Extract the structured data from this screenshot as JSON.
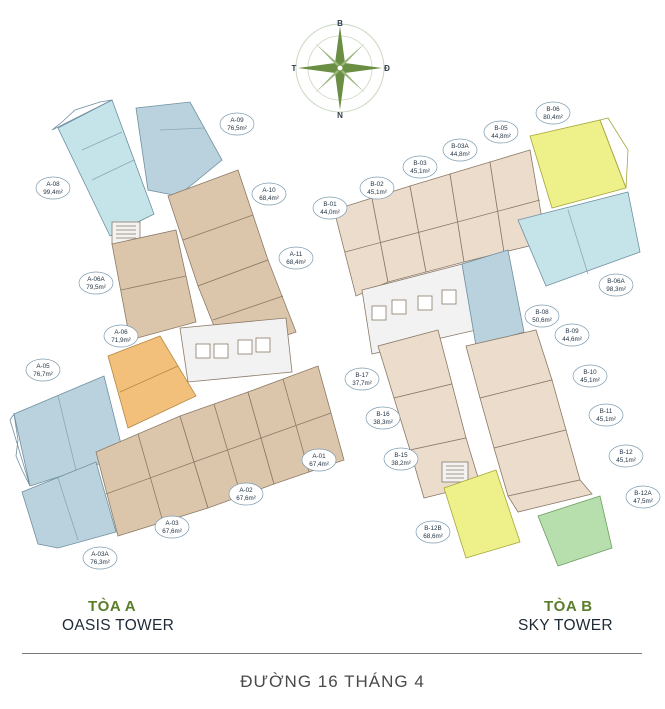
{
  "compass": {
    "north": "B",
    "south": "N",
    "west": "T",
    "east": "Đ"
  },
  "colors": {
    "beige": "#dcc6ab",
    "beige_light": "#ecdccc",
    "blue": "#b9d2dd",
    "light_blue": "#c4e4ea",
    "orange": "#f3c07c",
    "yellow": "#eef08a",
    "green": "#b7dfae",
    "core": "#f2f2f2"
  },
  "tower_a": {
    "name": "TÒA A",
    "subtitle": "OASIS TOWER",
    "units": [
      {
        "code": "A-09",
        "area": "76,5m²"
      },
      {
        "code": "A-08",
        "area": "99,4m²"
      },
      {
        "code": "A-10",
        "area": "68,4m²"
      },
      {
        "code": "A-11",
        "area": "68,4m²"
      },
      {
        "code": "A-06A",
        "area": "79,5m²"
      },
      {
        "code": "A-06",
        "area": "71,9m²"
      },
      {
        "code": "A-05",
        "area": "76,7m²"
      },
      {
        "code": "A-01",
        "area": "67,4m²"
      },
      {
        "code": "A-02",
        "area": "67,6m²"
      },
      {
        "code": "A-03",
        "area": "67,6m²"
      },
      {
        "code": "A-03A",
        "area": "76,3m²"
      }
    ]
  },
  "tower_b": {
    "name": "TÒA B",
    "subtitle": "SKY TOWER",
    "units": [
      {
        "code": "B-06",
        "area": "80,4m²"
      },
      {
        "code": "B-05",
        "area": "44,8m²"
      },
      {
        "code": "B-03A",
        "area": "44,8m²"
      },
      {
        "code": "B-03",
        "area": "45,1m²"
      },
      {
        "code": "B-02",
        "area": "45,1m²"
      },
      {
        "code": "B-01",
        "area": "44,0m²"
      },
      {
        "code": "B-06A",
        "area": "98,3m²"
      },
      {
        "code": "B-08",
        "area": "50,6m²"
      },
      {
        "code": "B-09",
        "area": "44,6m²"
      },
      {
        "code": "B-17",
        "area": "37,7m²"
      },
      {
        "code": "B-10",
        "area": "45,1m²"
      },
      {
        "code": "B-16",
        "area": "38,3m²"
      },
      {
        "code": "B-11",
        "area": "45,1m²"
      },
      {
        "code": "B-15",
        "area": "38,2m²"
      },
      {
        "code": "B-12",
        "area": "45,1m²"
      },
      {
        "code": "B-12A",
        "area": "47,5m²"
      },
      {
        "code": "B-12B",
        "area": "68,6m²"
      }
    ]
  },
  "street": "ĐƯỜNG 16 THÁNG 4"
}
